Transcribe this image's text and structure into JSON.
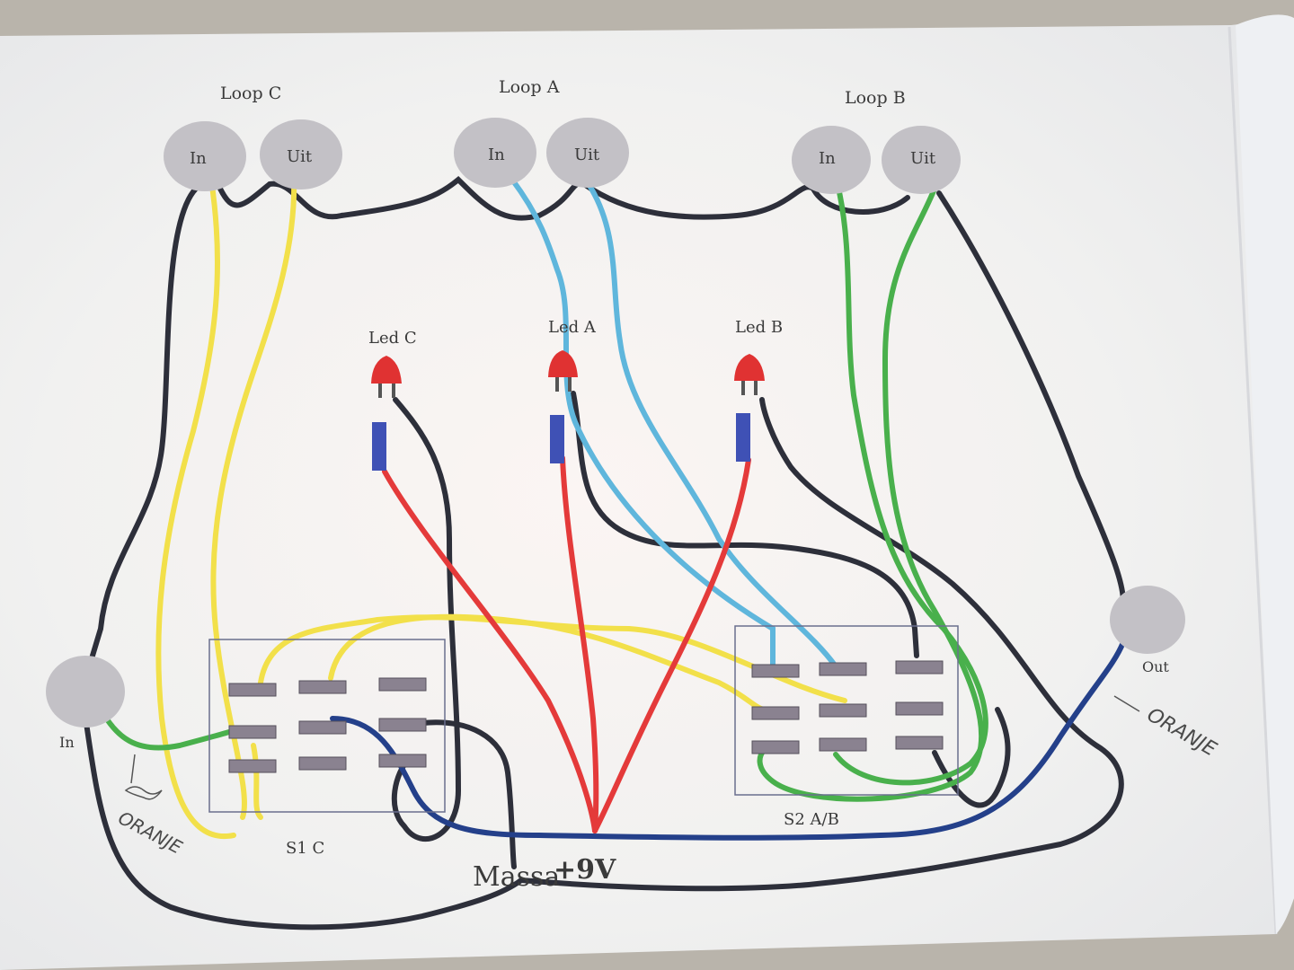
{
  "loops": [
    {
      "label": "Loop C",
      "in": "In",
      "out": "Uit"
    },
    {
      "label": "Loop A",
      "in": "In",
      "out": "Uit"
    },
    {
      "label": "Loop B",
      "in": "In",
      "out": "Uit"
    }
  ],
  "leds": [
    {
      "label": "Led C"
    },
    {
      "label": "Led A"
    },
    {
      "label": "Led B"
    }
  ],
  "jacks": {
    "in": "In",
    "out": "Out"
  },
  "switches": {
    "s1": "S1 C",
    "s2": "S2  A/B"
  },
  "power": {
    "ground": "Massa",
    "plus": "+9V"
  },
  "annotations": {
    "left": "ORANJE",
    "right": "ORANJE"
  },
  "colors": {
    "black": "#2d2f3a",
    "yellow": "#f2e04a",
    "cyan": "#5fb6dc",
    "green": "#49b04c",
    "red": "#e43a3a",
    "blue": "#24408a",
    "jack": "#c3c1c6",
    "led_red": "#e03232",
    "led_blue": "#3f51b5",
    "lug": "#8a8290",
    "paper": "#f4f3f1"
  }
}
